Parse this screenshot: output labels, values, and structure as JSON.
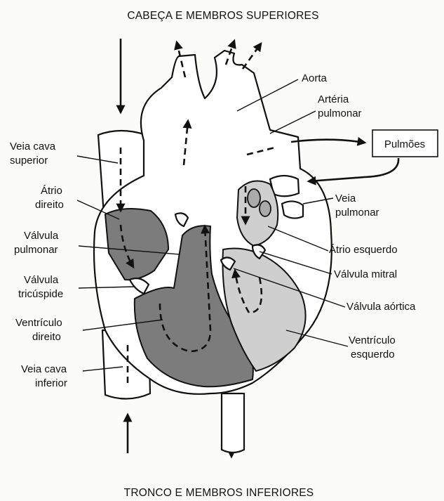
{
  "top_caption": "CABEÇA E MEMBROS SUPERIORES",
  "bottom_caption": "TRONCO E MEMBROS INFERIORES",
  "lungs_box": "Pulmões",
  "labels": {
    "aorta": "Aorta",
    "arteria_1": "Artéria",
    "arteria_2": "pulmonar",
    "cava_sup_1": "Veia cava",
    "cava_sup_2": "superior",
    "atrio_dir_1": "Átrio",
    "atrio_dir_2": "direito",
    "veia_pulm_1": "Veia",
    "veia_pulm_2": "pulmonar",
    "valv_pulm_1": "Válvula",
    "valv_pulm_2": "pulmonar",
    "atrio_esq": "Átrio esquerdo",
    "valv_mitral": "Válvula mitral",
    "valv_tric_1": "Válvula",
    "valv_tric_2": "tricúspide",
    "valv_aortica": "Válvula aórtica",
    "vent_dir_1": "Ventrículo",
    "vent_dir_2": "direito",
    "vent_esq_1": "Ventrículo",
    "vent_esq_2": "esquerdo",
    "cava_inf_1": "Veia cava",
    "cava_inf_2": "inferior"
  }
}
